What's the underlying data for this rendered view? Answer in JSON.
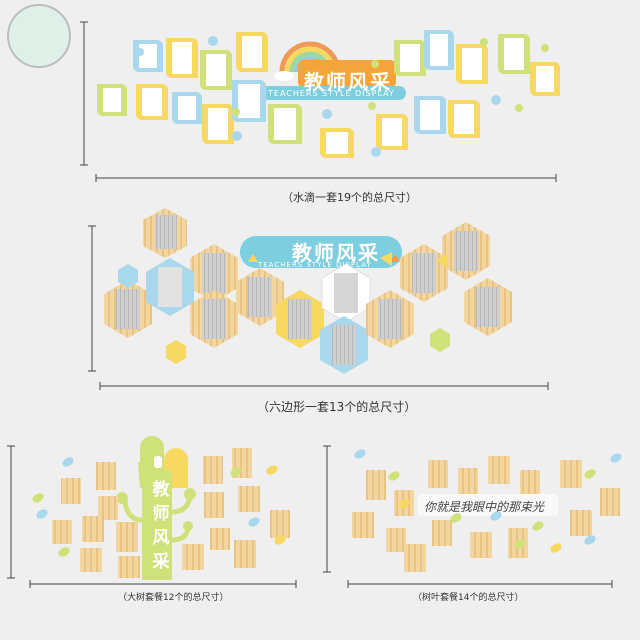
{
  "sections": {
    "water_drop": {
      "title": "教师风采",
      "subtitle": "TEACHERS STYLE DISPLAY",
      "caption": "（水滴一套19个的总尺寸）"
    },
    "hexagon": {
      "title": "教师风采",
      "subtitle": "TEACHERS STYLE DISPLAY",
      "caption": "（六边形一套13个的总尺寸）"
    },
    "big_tree": {
      "title": "教师风采",
      "caption": "（大树套餐12个的总尺寸）"
    },
    "leaf": {
      "title": "你就是我眼中的那束光",
      "caption": "（树叶套餐14个的总尺寸）"
    }
  },
  "colors": {
    "background": "#efefef",
    "blue": "#a9d8ec",
    "yellow": "#f7d860",
    "green": "#cfe27a",
    "wood": "#f1cf95",
    "teal_banner": "#7dcfe0",
    "orange_banner": "#f3a43a"
  }
}
